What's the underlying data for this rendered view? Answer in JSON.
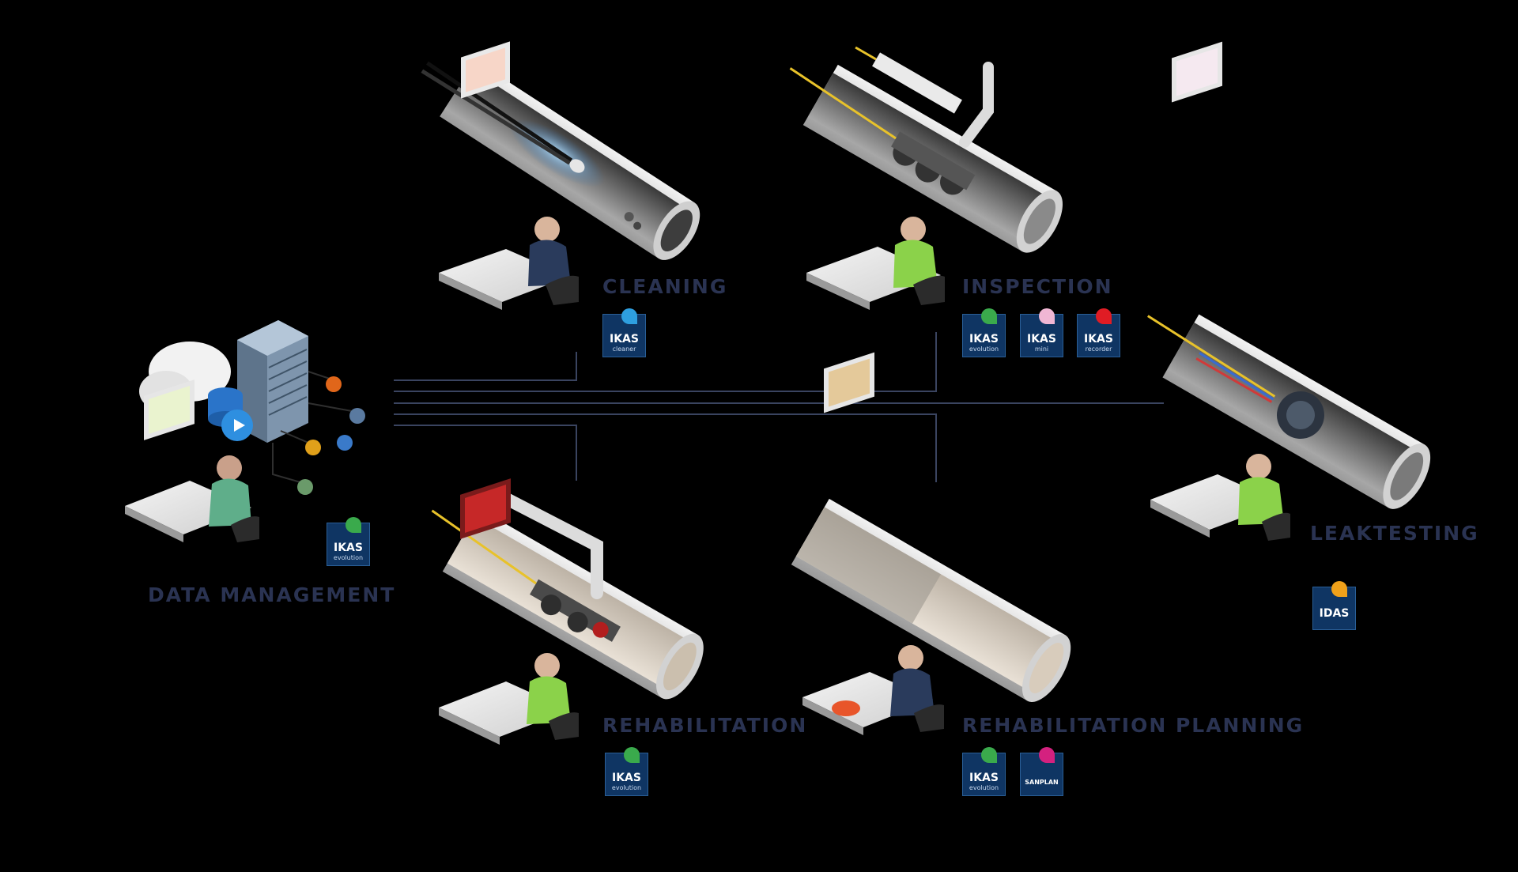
{
  "sections": {
    "cleaning": {
      "title": "CLEANING"
    },
    "inspection": {
      "title": "INSPECTION"
    },
    "leaktesting": {
      "title": "LEAKTESTING"
    },
    "data_management": {
      "title": "DATA MANAGEMENT"
    },
    "rehabilitation": {
      "title": "REHABILITATION"
    },
    "rehabilitation_planning": {
      "title": "REHABILITATION PLANNING"
    }
  },
  "badges": {
    "ikas_cleaner": {
      "brand": "IKAS",
      "sub": "cleaner",
      "dot_color": "#2e9fe0"
    },
    "ikas_evolution": {
      "brand": "IKAS",
      "sub": "evolution",
      "dot_color": "#3aaa4c"
    },
    "ikas_mini": {
      "brand": "IKAS",
      "sub": "mini",
      "dot_color": "#f0b6d4"
    },
    "ikas_recorder": {
      "brand": "IKAS",
      "sub": "recorder",
      "dot_color": "#e01c24"
    },
    "idas": {
      "brand": "IDAS",
      "sub": "",
      "dot_color": "#f0a11a"
    },
    "sanplan": {
      "brand": "SANPLAN",
      "sub": "",
      "dot_color": "#d4217f"
    }
  },
  "colors": {
    "background": "#000000",
    "label": "#2a3352",
    "badge_bg": "#0f3563",
    "connector_line": "#3a4460"
  }
}
